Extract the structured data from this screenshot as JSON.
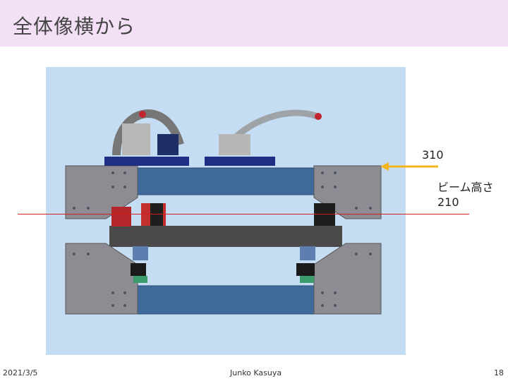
{
  "slide": {
    "title": "全体像横から",
    "annotations": {
      "top_label": "310",
      "beam_label": "ビーム高さ",
      "beam_value": "210"
    },
    "footer": {
      "date": "2021/3/5",
      "author": "Junko Kasuya",
      "page": "18"
    },
    "colors": {
      "title_bar": "#f3dff6",
      "figure_bg": "#c5ddf3",
      "arrow": "#f2b51e",
      "red_line": "#d21f1f"
    }
  }
}
